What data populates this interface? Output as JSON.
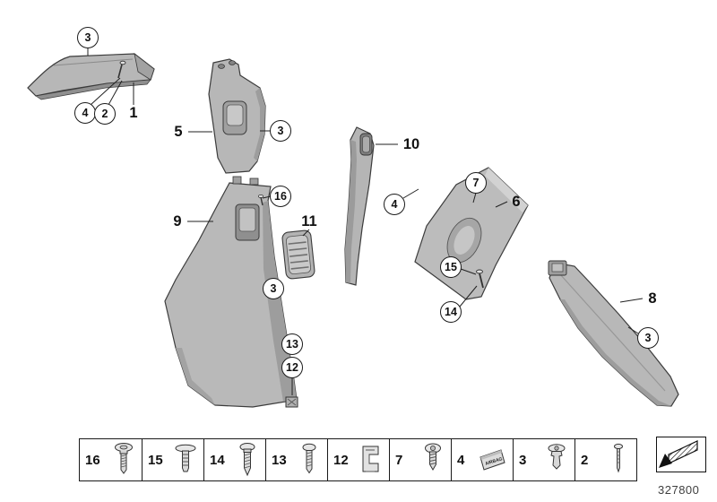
{
  "callouts": [
    {
      "label": "3",
      "circled": true
    },
    {
      "label": "4",
      "circled": true
    },
    {
      "label": "2",
      "circled": true
    },
    {
      "label": "1",
      "circled": false
    },
    {
      "label": "5",
      "circled": false
    },
    {
      "label": "3",
      "circled": true
    },
    {
      "label": "16",
      "circled": true
    },
    {
      "label": "9",
      "circled": false
    },
    {
      "label": "11",
      "circled": false
    },
    {
      "label": "3",
      "circled": true
    },
    {
      "label": "13",
      "circled": true
    },
    {
      "label": "12",
      "circled": true
    },
    {
      "label": "10",
      "circled": false
    },
    {
      "label": "4",
      "circled": true
    },
    {
      "label": "7",
      "circled": true
    },
    {
      "label": "6",
      "circled": false
    },
    {
      "label": "15",
      "circled": true
    },
    {
      "label": "14",
      "circled": true
    },
    {
      "label": "8",
      "circled": false
    },
    {
      "label": "3",
      "circled": true
    }
  ],
  "legend": {
    "items": [
      {
        "number": "16",
        "icon": "pan-head-screw-icon"
      },
      {
        "number": "15",
        "icon": "flat-rivet-icon"
      },
      {
        "number": "14",
        "icon": "self-tapping-screw-icon"
      },
      {
        "number": "13",
        "icon": "screw-icon"
      },
      {
        "number": "12",
        "icon": "sheet-metal-clip-icon"
      },
      {
        "number": "7",
        "icon": "torx-screw-icon"
      },
      {
        "number": "4",
        "icon": "airbag-emblem-icon",
        "text": "AIRBAG"
      },
      {
        "number": "3",
        "icon": "expanding-rivet-icon"
      },
      {
        "number": "2",
        "icon": "pin-screw-icon"
      }
    ]
  },
  "footer": {
    "figure_number": "327800"
  }
}
